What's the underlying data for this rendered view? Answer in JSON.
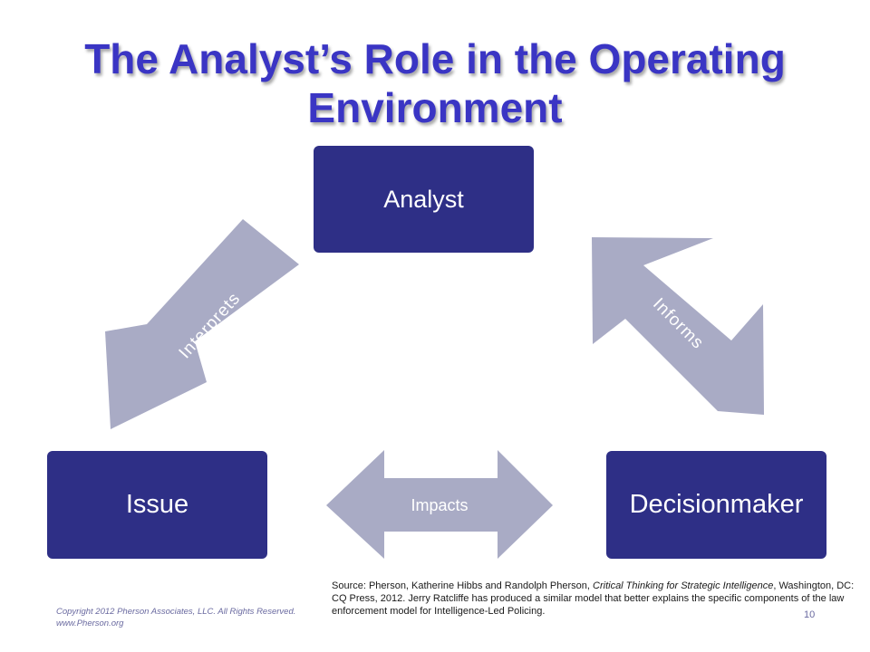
{
  "title": "The Analyst’s Role in the Operating Environment",
  "nodes": {
    "analyst": "Analyst",
    "issue": "Issue",
    "decisionmaker": "Decisionmaker"
  },
  "arrows": {
    "interprets": "Interprets",
    "informs": "Informs",
    "impacts": "Impacts"
  },
  "source": {
    "prefix": "Source:  Pherson, Katherine Hibbs and Randolph Pherson, ",
    "book_title": "Critical Thinking for Strategic Intelligence",
    "suffix": ", Washington, DC: CQ Press, 2012.  Jerry Ratcliffe has produced a similar model that better explains the specific components of the law enforcement model for Intelligence-Led Policing."
  },
  "copyright": {
    "line1": "Copyright 2012 Pherson Associates, LLC. All Rights Reserved.",
    "line2": "www.Pherson.org"
  },
  "page_number": "10",
  "colors": {
    "title": "#3a35c4",
    "box_fill": "#2e2f86",
    "arrow_fill": "#a9abc5"
  }
}
